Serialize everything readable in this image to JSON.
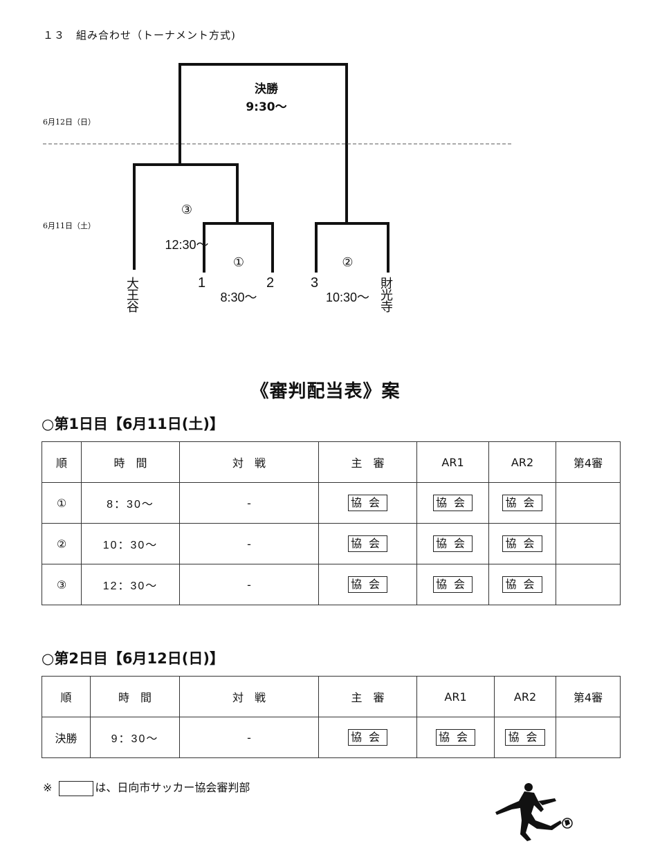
{
  "section_heading": "１３　組み合わせ（トーナメント方式)",
  "bracket": {
    "day2_label": "6月12日（日）",
    "day1_label": "6月11日（土）",
    "final": {
      "name": "決勝",
      "time": "9:30～"
    },
    "match3": {
      "num": "③",
      "time": "12:30～"
    },
    "match1": {
      "num": "①",
      "time": "8:30～"
    },
    "match2": {
      "num": "②",
      "time": "10:30～"
    },
    "slots": [
      "大王谷",
      "1",
      "2",
      "3",
      "財光寺"
    ]
  },
  "title": "《審判配当表》案",
  "day1": {
    "heading": "○第1日目【6月11日(土)】",
    "headers": [
      "順",
      "時　間",
      "対　戦",
      "主　審",
      "AR1",
      "AR2",
      "第4審"
    ],
    "rows": [
      {
        "order": "①",
        "time": "8：30～",
        "match": "-",
        "referee": "協会",
        "ar1": "協会",
        "ar2": "協会",
        "fourth": ""
      },
      {
        "order": "②",
        "time": "10：30～",
        "match": "-",
        "referee": "協会",
        "ar1": "協会",
        "ar2": "協会",
        "fourth": ""
      },
      {
        "order": "③",
        "time": "12：30～",
        "match": "-",
        "referee": "協会",
        "ar1": "協会",
        "ar2": "協会",
        "fourth": ""
      }
    ]
  },
  "day2": {
    "heading": "○第2日目【6月12日(日)】",
    "headers": [
      "順",
      "時　間",
      "対　戦",
      "主　審",
      "AR1",
      "AR2",
      "第4審"
    ],
    "rows": [
      {
        "order": "決勝",
        "time": "9：30～",
        "match": "-",
        "referee": "協会",
        "ar1": "協会",
        "ar2": "協会",
        "fourth": ""
      }
    ]
  },
  "note": {
    "mark": "※",
    "text": "は、日向市サッカー協会審判部"
  },
  "icons": {
    "player": "soccer-player-kicking-icon"
  }
}
